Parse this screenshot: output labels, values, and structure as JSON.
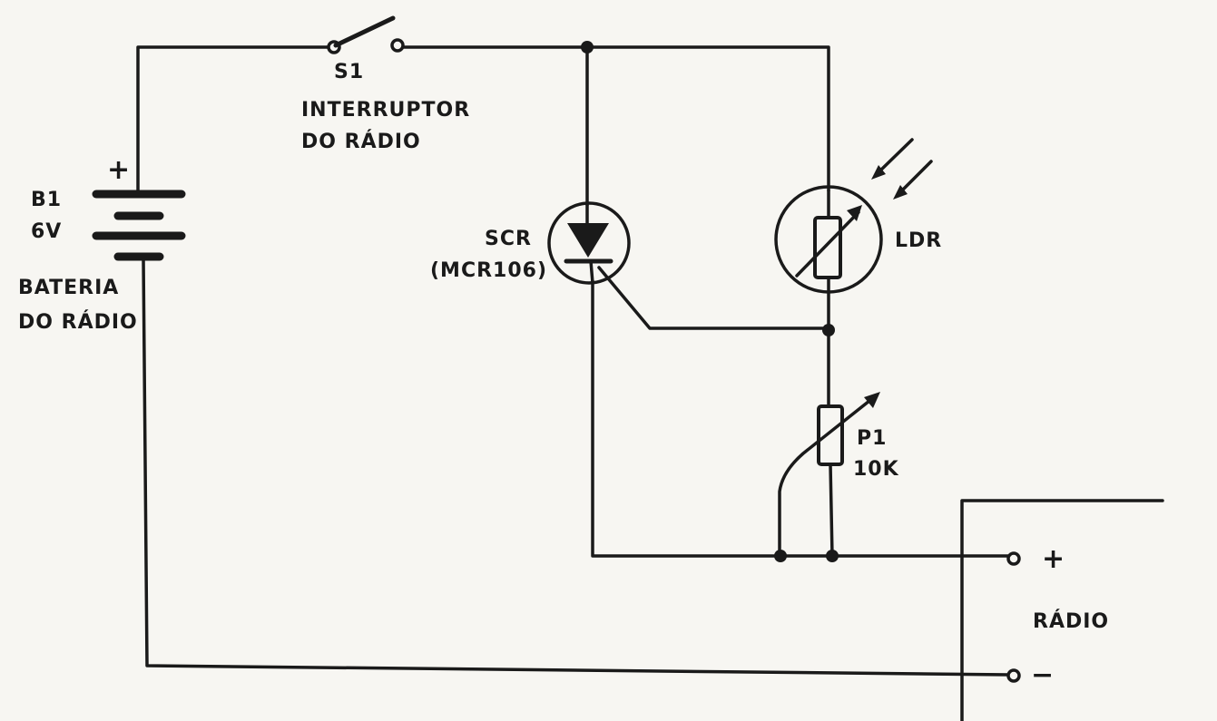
{
  "battery": {
    "ref": "B1",
    "voltage": "6V",
    "name_line1": "BATERIA",
    "name_line2": "DO RÁDIO",
    "plus": "+"
  },
  "switch": {
    "ref": "S1",
    "name_line1": "INTERRUPTOR",
    "name_line2": "DO RÁDIO"
  },
  "scr": {
    "ref": "SCR",
    "part": "(MCR106)"
  },
  "ldr": {
    "ref": "LDR"
  },
  "potentiometer": {
    "ref": "P1",
    "value": "10K"
  },
  "radio": {
    "label": "RÁDIO",
    "plus": "+",
    "minus": "−"
  },
  "colors": {
    "ink": "#1a1a1a",
    "paper": "#f7f6f2"
  }
}
